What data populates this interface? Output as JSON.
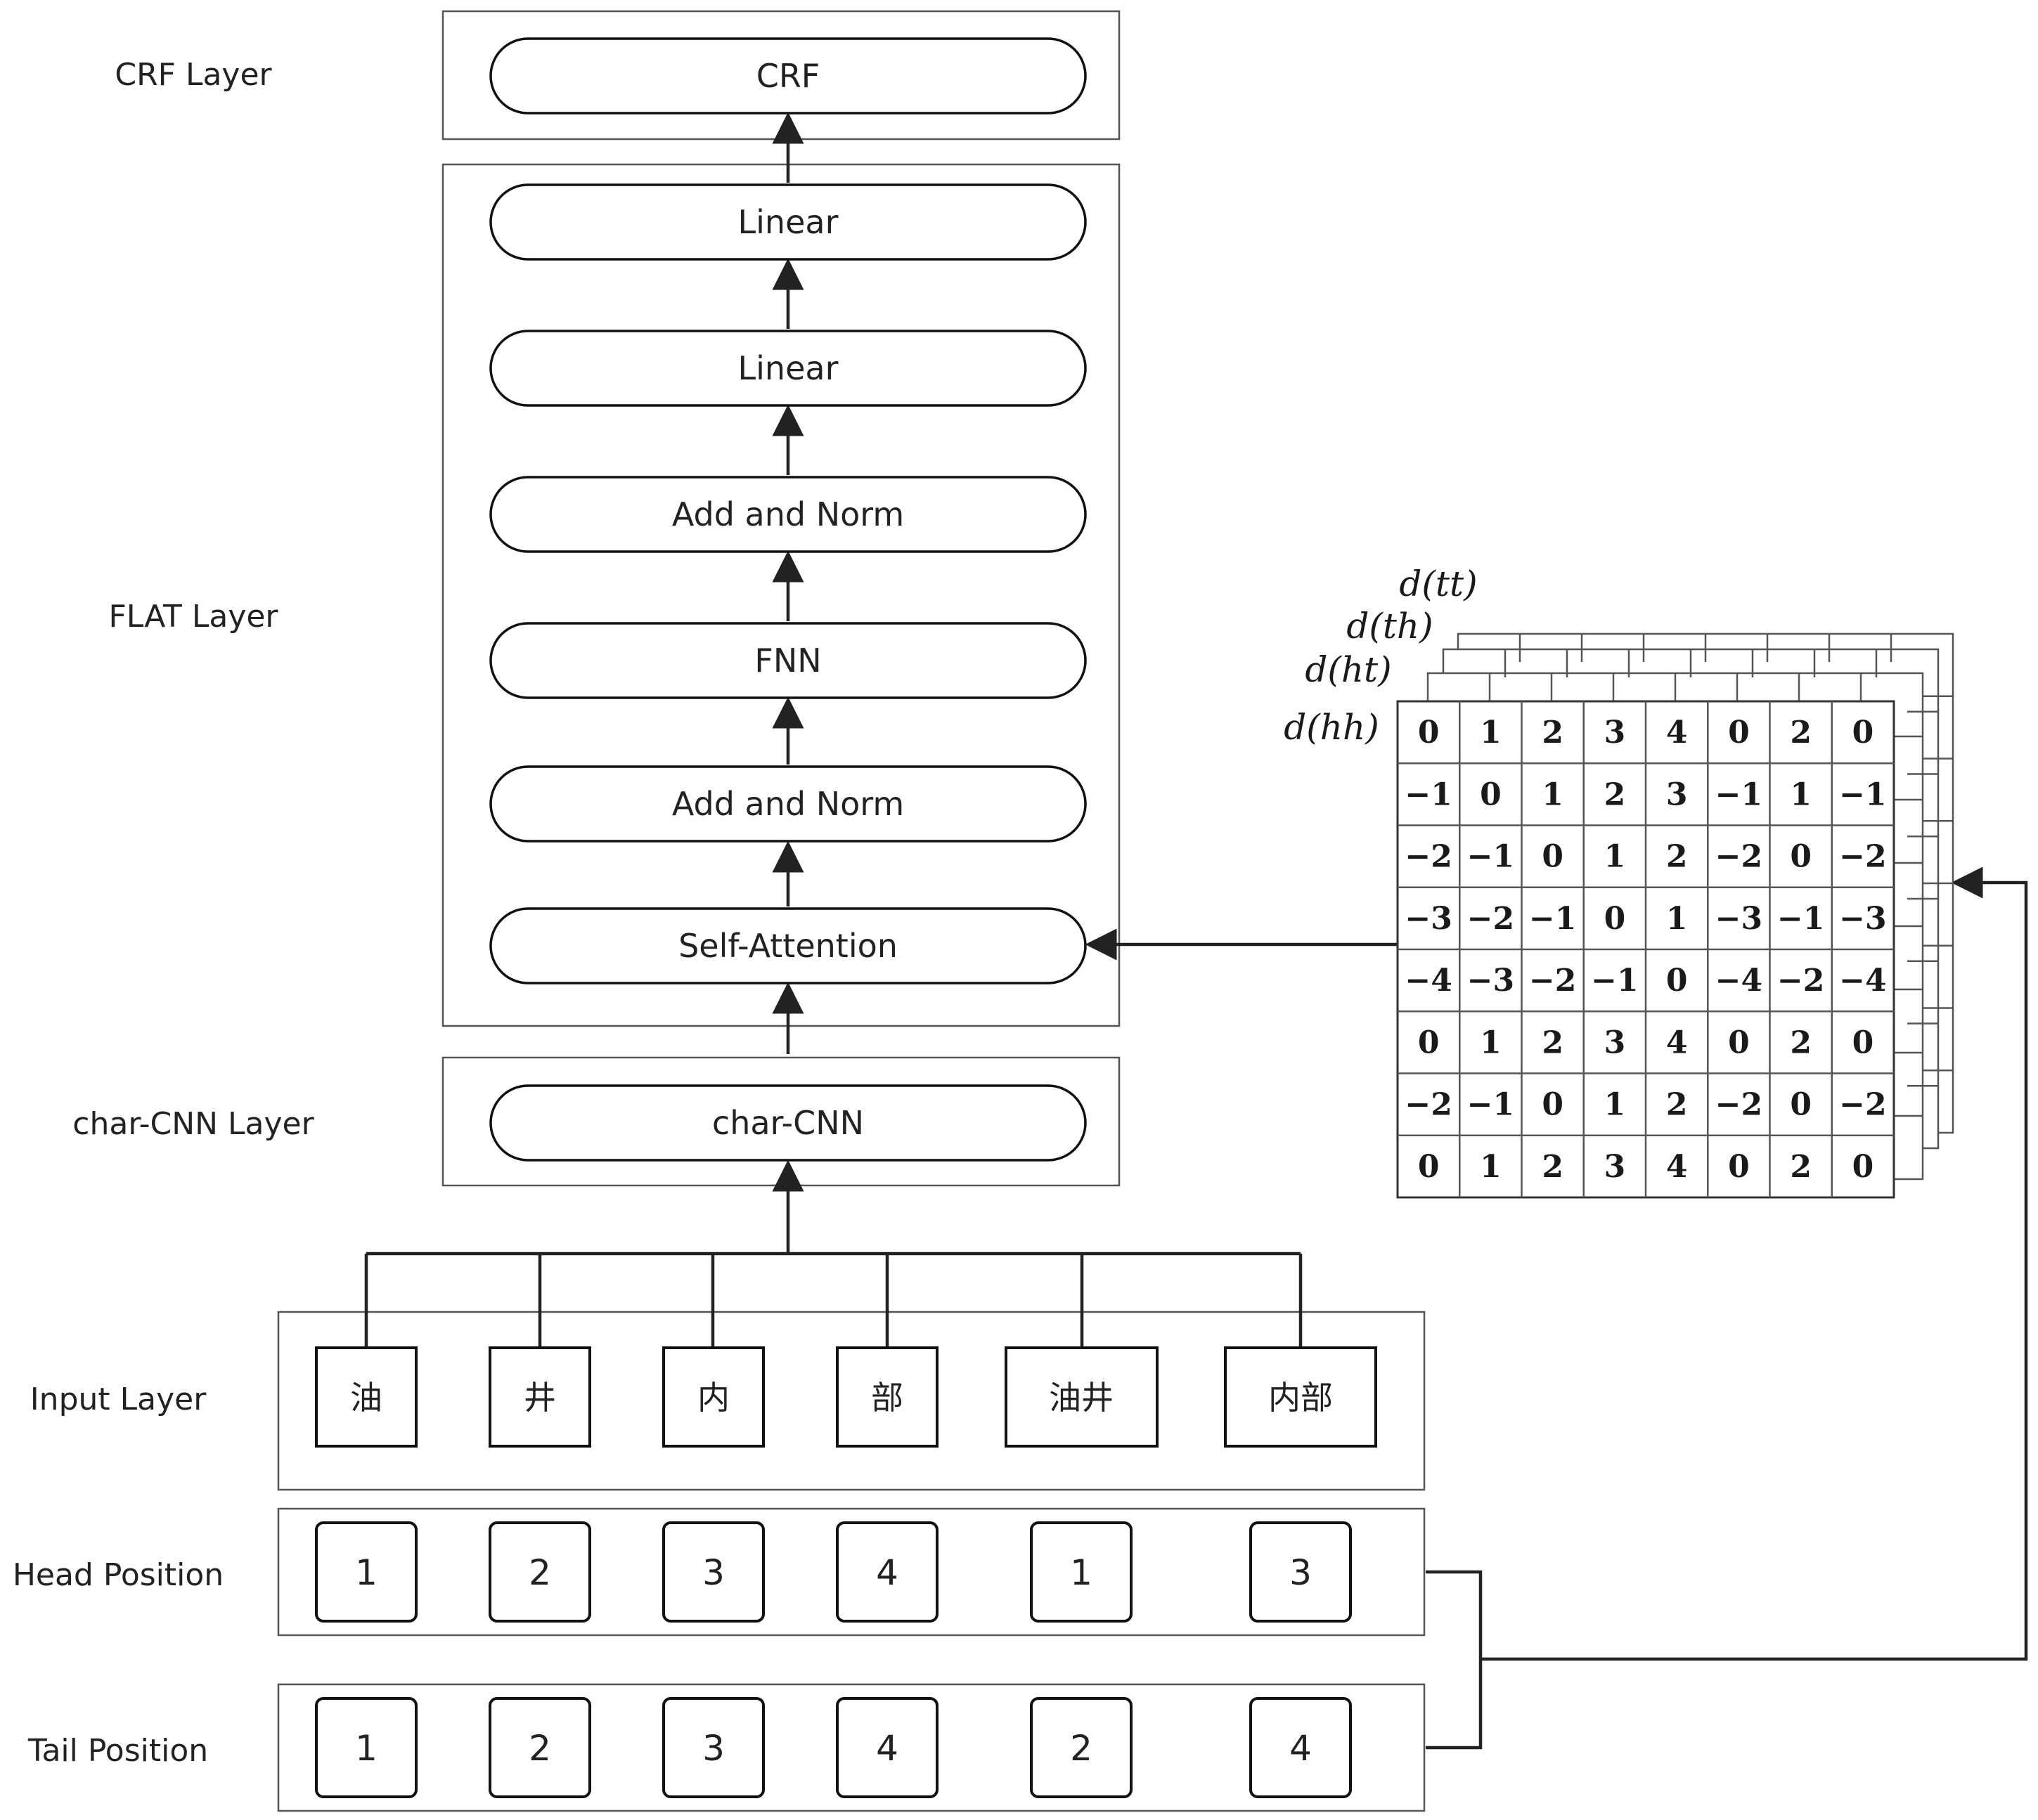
{
  "layers": {
    "crf": "CRF Layer",
    "flat": "FLAT Layer",
    "charcnn": "char-CNN Layer",
    "input": "Input Layer",
    "head": "Head Position",
    "tail": "Tail Position"
  },
  "blocks": {
    "crf": "CRF",
    "linear2": "Linear",
    "linear1": "Linear",
    "addnorm2": "Add and Norm",
    "fnn": "FNN",
    "addnorm1": "Add and Norm",
    "self_attention": "Self-Attention",
    "charcnn": "char-CNN"
  },
  "tokens": [
    "油",
    "井",
    "内",
    "部",
    "油井",
    "内部"
  ],
  "head_positions": [
    "1",
    "2",
    "3",
    "4",
    "1",
    "3"
  ],
  "tail_positions": [
    "1",
    "2",
    "3",
    "4",
    "2",
    "4"
  ],
  "matrix": {
    "labels": [
      "d(tt)",
      "d(th)",
      "d(ht)",
      "d(hh)"
    ],
    "rows": [
      [
        "0",
        "1",
        "2",
        "3",
        "4",
        "0",
        "2",
        "0"
      ],
      [
        "−1",
        "0",
        "1",
        "2",
        "3",
        "−1",
        "1",
        "−1"
      ],
      [
        "−2",
        "−1",
        "0",
        "1",
        "2",
        "−2",
        "0",
        "−2"
      ],
      [
        "−3",
        "−2",
        "−1",
        "0",
        "1",
        "−3",
        "−1",
        "−3"
      ],
      [
        "−4",
        "−3",
        "−2",
        "−1",
        "0",
        "−4",
        "−2",
        "−4"
      ],
      [
        "0",
        "1",
        "2",
        "3",
        "4",
        "0",
        "2",
        "0"
      ],
      [
        "−2",
        "−1",
        "0",
        "1",
        "2",
        "−2",
        "0",
        "−2"
      ],
      [
        "0",
        "1",
        "2",
        "3",
        "4",
        "0",
        "2",
        "0"
      ]
    ]
  }
}
